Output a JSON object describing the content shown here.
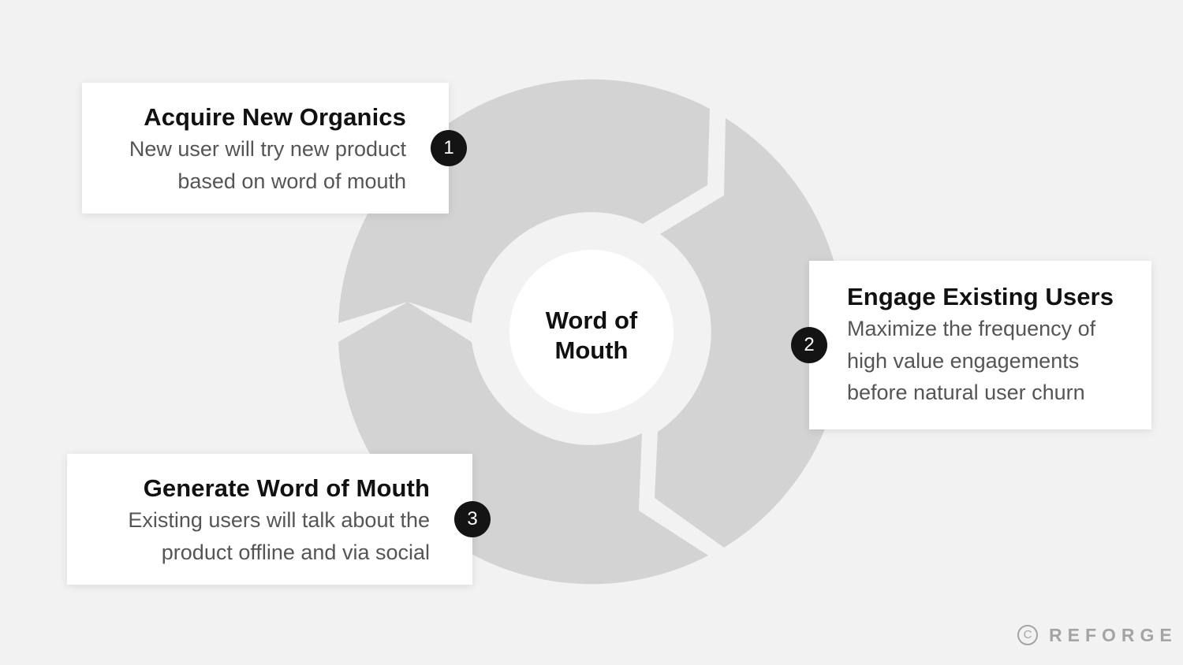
{
  "center": {
    "line1": "Word of",
    "line2": "Mouth"
  },
  "steps": [
    {
      "number": "1",
      "title": "Acquire New Organics",
      "description": [
        "New user will try new product",
        "based on word of mouth"
      ]
    },
    {
      "number": "2",
      "title": "Engage Existing Users",
      "description": [
        "Maximize the frequency of",
        "high value engagements",
        "before natural user churn"
      ]
    },
    {
      "number": "3",
      "title": "Generate Word of Mouth",
      "description": [
        "Existing users will talk about the",
        "product offline and via social"
      ]
    }
  ],
  "brand": {
    "copyright_symbol": "C",
    "name": "REFORGE"
  },
  "colors": {
    "background": "#f2f2f2",
    "segment": "#d3d3d3",
    "card": "#ffffff",
    "badge": "#141414",
    "title_text": "#111111",
    "body_text": "#555555",
    "brand": "#a4a4a4"
  }
}
